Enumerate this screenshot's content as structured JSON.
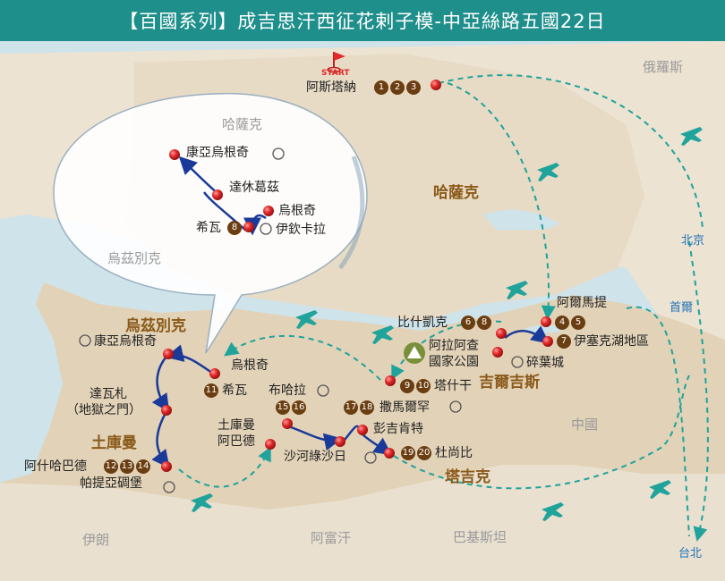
{
  "header": {
    "title": "【百國系列】成吉思汗西征花剌子模-中亞絲路五國22日"
  },
  "countries": {
    "russia": "俄羅斯",
    "kazakhstan": "哈薩克",
    "uzbekistan": "烏茲別克",
    "turkmenistan": "土庫曼",
    "kyrgyzstan": "吉爾吉斯",
    "tajikistan": "塔吉克",
    "china": "中國",
    "iran": "伊朗",
    "afghanistan": "阿富汗",
    "pakistan": "巴基斯坦"
  },
  "inset": {
    "kazakhstan": "哈薩克",
    "uzbekistan": "烏茲別克"
  },
  "start_label": "START",
  "cities": {
    "beijing": "北京",
    "seoul": "首爾",
    "taipei": "台北"
  },
  "stops": {
    "astana": "阿斯塔納",
    "almaty": "阿爾馬提",
    "issyk_kul": "伊塞克湖地區",
    "bishkek": "比什凱克",
    "ala_archa_1": "阿拉阿查",
    "ala_archa_2": "國家公園",
    "burana": "碎葉城",
    "tashkent": "塔什干",
    "samarkand": "撒馬爾罕",
    "penjikent": "彭吉肯特",
    "dushanbe": "杜尚比",
    "shahrisabz": "沙河綠沙日",
    "bukhara": "布哈拉",
    "turkmenabat_1": "土庫曼",
    "turkmenabat_2": "阿巴德",
    "ashgabat_1": "阿什哈巴德",
    "ashgabat_2": "帕提亞碉堡",
    "darvaza_1": "達瓦札",
    "darvaza_2": "（地獄之門）",
    "konye_urgench": "康亞烏根奇",
    "urgench": "烏根奇",
    "khiva": "希瓦",
    "inset_konye_urgench": "康亞烏根奇",
    "inset_dashoguz": "達休葛茲",
    "inset_urgench": "烏根奇",
    "inset_khiva": "希瓦",
    "inset_ichan_kala": "伊欽卡拉"
  },
  "days": {
    "d1": "1",
    "d2": "2",
    "d3": "3",
    "d4": "4",
    "d5": "5",
    "d6": "6",
    "d7": "7",
    "d8": "8",
    "d9": "9",
    "d10": "10",
    "d11": "11",
    "d12": "12",
    "d13": "13",
    "d14": "14",
    "d15": "15",
    "d16": "16",
    "d17": "17",
    "d18": "18",
    "d19": "19",
    "d20": "20"
  },
  "colors": {
    "header": "#1f8f8c",
    "route": "#1a3a9a",
    "flight": "#1fa39b",
    "land": "#ede3d2",
    "sea": "#cfe3ea",
    "pin": "#e02a2a",
    "badge": "#6b3e12"
  }
}
